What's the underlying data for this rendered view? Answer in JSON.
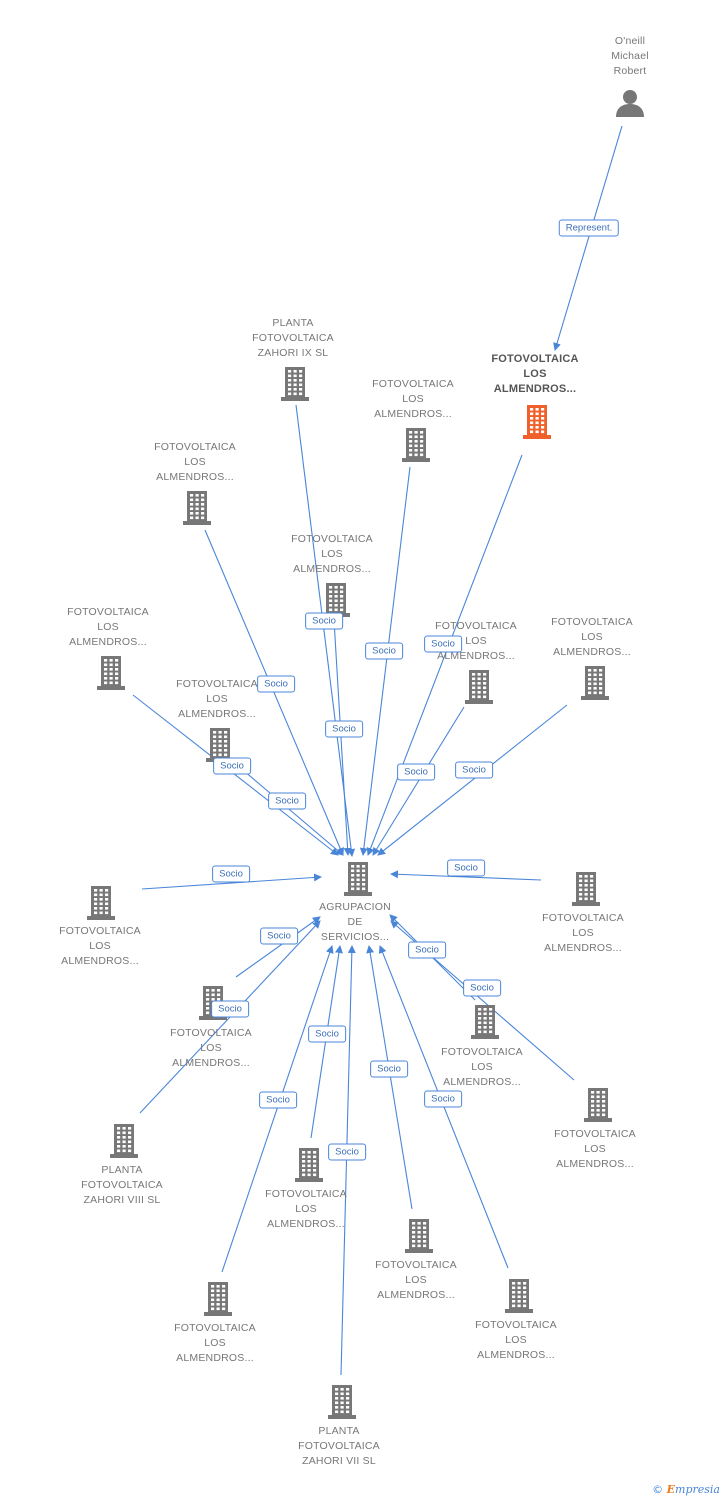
{
  "nodes": [
    {
      "id": "person",
      "kind": "person",
      "label": "O'neill\nMichael\nRobert"
    },
    {
      "id": "target",
      "kind": "company-highlight",
      "label": "FOTOVOLTAICA\nLOS\nALMENDROS..."
    },
    {
      "id": "zahori9",
      "kind": "company",
      "label": "PLANTA\nFOTOVOLTAICA\nZAHORI IX SL"
    },
    {
      "id": "fa1",
      "kind": "company",
      "label": "FOTOVOLTAICA\nLOS\nALMENDROS..."
    },
    {
      "id": "fa2",
      "kind": "company",
      "label": "FOTOVOLTAICA\nLOS\nALMENDROS..."
    },
    {
      "id": "fa3",
      "kind": "company",
      "label": "FOTOVOLTAICA\nLOS\nALMENDROS..."
    },
    {
      "id": "fa4",
      "kind": "company",
      "label": "FOTOVOLTAICA\nLOS\nALMENDROS..."
    },
    {
      "id": "fa5",
      "kind": "company",
      "label": "FOTOVOLTAICA\nLOS\nALMENDROS..."
    },
    {
      "id": "fa6",
      "kind": "company",
      "label": "FOTOVOLTAICA\nLOS\nALMENDROS..."
    },
    {
      "id": "fa7",
      "kind": "company",
      "label": "FOTOVOLTAICA\nLOS\nALMENDROS..."
    },
    {
      "id": "center",
      "kind": "company",
      "label": "AGRUPACION\nDE\nSERVICIOS..."
    },
    {
      "id": "fa8",
      "kind": "company",
      "label": "FOTOVOLTAICA\nLOS\nALMENDROS..."
    },
    {
      "id": "fa9",
      "kind": "company",
      "label": "FOTOVOLTAICA\nLOS\nALMENDROS..."
    },
    {
      "id": "fa10",
      "kind": "company",
      "label": "FOTOVOLTAICA\nLOS\nALMENDROS..."
    },
    {
      "id": "fa11",
      "kind": "company",
      "label": "FOTOVOLTAICA\nLOS\nALMENDROS..."
    },
    {
      "id": "fa12",
      "kind": "company",
      "label": "FOTOVOLTAICA\nLOS\nALMENDROS..."
    },
    {
      "id": "zahori8",
      "kind": "company",
      "label": "PLANTA\nFOTOVOLTAICA\nZAHORI VIII SL"
    },
    {
      "id": "fa13",
      "kind": "company",
      "label": "FOTOVOLTAICA\nLOS\nALMENDROS..."
    },
    {
      "id": "fa14",
      "kind": "company",
      "label": "FOTOVOLTAICA\nLOS\nALMENDROS..."
    },
    {
      "id": "fa15",
      "kind": "company",
      "label": "FOTOVOLTAICA\nLOS\nALMENDROS..."
    },
    {
      "id": "fa16",
      "kind": "company",
      "label": "FOTOVOLTAICA\nLOS\nALMENDROS..."
    },
    {
      "id": "zahori7",
      "kind": "company",
      "label": "PLANTA\nFOTOVOLTAICA\nZAHORI VII SL"
    }
  ],
  "edges": [
    {
      "from": "person",
      "to": "target",
      "label": "Represent."
    },
    {
      "from": "zahori9",
      "to": "center",
      "label": "Socio"
    },
    {
      "from": "fa4",
      "to": "center",
      "label": "Socio"
    },
    {
      "from": "fa1",
      "to": "center",
      "label": "Socio"
    },
    {
      "from": "fa3",
      "to": "center",
      "label": "Socio"
    },
    {
      "from": "target",
      "to": "center",
      "label": "Socio"
    },
    {
      "from": "fa2",
      "to": "center",
      "label": "Socio"
    },
    {
      "from": "fa7",
      "to": "center",
      "label": "Socio"
    },
    {
      "from": "fa5",
      "to": "center",
      "label": "Socio"
    },
    {
      "from": "fa6",
      "to": "center",
      "label": "Socio"
    },
    {
      "from": "fa8",
      "to": "center",
      "label": "Socio"
    },
    {
      "from": "fa9",
      "to": "center",
      "label": "Socio"
    },
    {
      "from": "fa10",
      "to": "center",
      "label": "Socio"
    },
    {
      "from": "fa11",
      "to": "center",
      "label": "Socio"
    },
    {
      "from": "fa12",
      "to": "center",
      "label": "Socio"
    },
    {
      "from": "zahori8",
      "to": "center",
      "label": "Socio"
    },
    {
      "from": "fa13",
      "to": "center",
      "label": "Socio"
    },
    {
      "from": "fa14",
      "to": "center",
      "label": "Socio"
    },
    {
      "from": "fa15",
      "to": "center",
      "label": "Socio"
    },
    {
      "from": "fa16",
      "to": "center",
      "label": "Socio"
    },
    {
      "from": "zahori7",
      "to": "center",
      "label": "Socio"
    }
  ],
  "colors": {
    "edge": "#4a86d8",
    "icon": "#777777",
    "highlight": "#f0602a"
  },
  "footer": {
    "copyright": "©",
    "brand_initial": "E",
    "brand_rest": "mpresia"
  }
}
